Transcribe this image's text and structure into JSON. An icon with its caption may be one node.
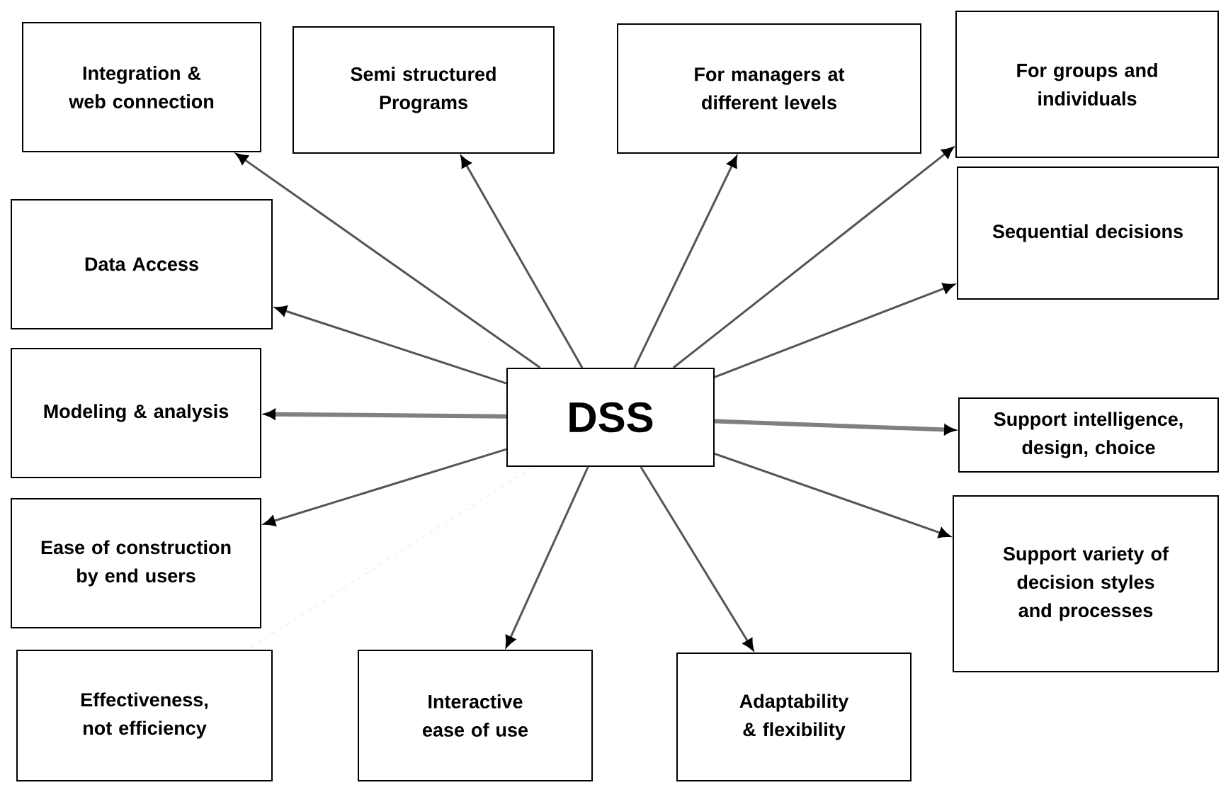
{
  "diagram": {
    "nodes": [
      {
        "text": [
          "Integration & web connection"
        ]
      },
      {
        "text": [
          "Semi structured Programs"
        ]
      },
      {
        "text": [
          "For managers at different levels"
        ]
      },
      {
        "text": [
          "For groups and individuals"
        ]
      },
      {
        "text": [
          "Data Access"
        ]
      },
      {
        "text": [
          "Sequential decisions"
        ]
      },
      {
        "text": [
          "Modeling & analysis"
        ]
      },
      {
        "text": [
          "DSS"
        ]
      },
      {
        "text": [
          "Support intelligence, design, choice"
        ]
      },
      {
        "text": [
          "Ease of construction by end users"
        ]
      },
      {
        "text": [
          "Support variety of decision styles and processes"
        ]
      },
      {
        "text": [
          "Effectiveness, not efficiency"
        ]
      },
      {
        "text": [
          "Interactive ease of use"
        ]
      },
      {
        "text": [
          "Adaptability & flexibility"
        ]
      }
    ],
    "edges": [
      {
        "from": 7,
        "to": 0,
        "arrow": "to"
      },
      {
        "from": 7,
        "to": 1,
        "arrow": "to"
      },
      {
        "from": 7,
        "to": 2,
        "arrow": "to"
      },
      {
        "from": 7,
        "to": 3,
        "arrow": "to"
      },
      {
        "from": 7,
        "to": 4,
        "arrow": "to"
      },
      {
        "from": 7,
        "to": 5,
        "arrow": "to"
      },
      {
        "from": 7,
        "to": 6,
        "arrow": "to",
        "style": "thick",
        "color": "#808080"
      },
      {
        "from": 7,
        "to": 8,
        "arrow": "to",
        "style": "thick",
        "color": "#808080"
      },
      {
        "from": 7,
        "to": 9,
        "arrow": "to"
      },
      {
        "from": 7,
        "to": 10,
        "arrow": "to"
      },
      {
        "from": 7,
        "to": 11,
        "arrow": "none",
        "style": "dashed",
        "color": "#dddddd"
      },
      {
        "from": 7,
        "to": 12,
        "arrow": "to"
      },
      {
        "from": 7,
        "to": 13,
        "arrow": "to"
      }
    ]
  }
}
